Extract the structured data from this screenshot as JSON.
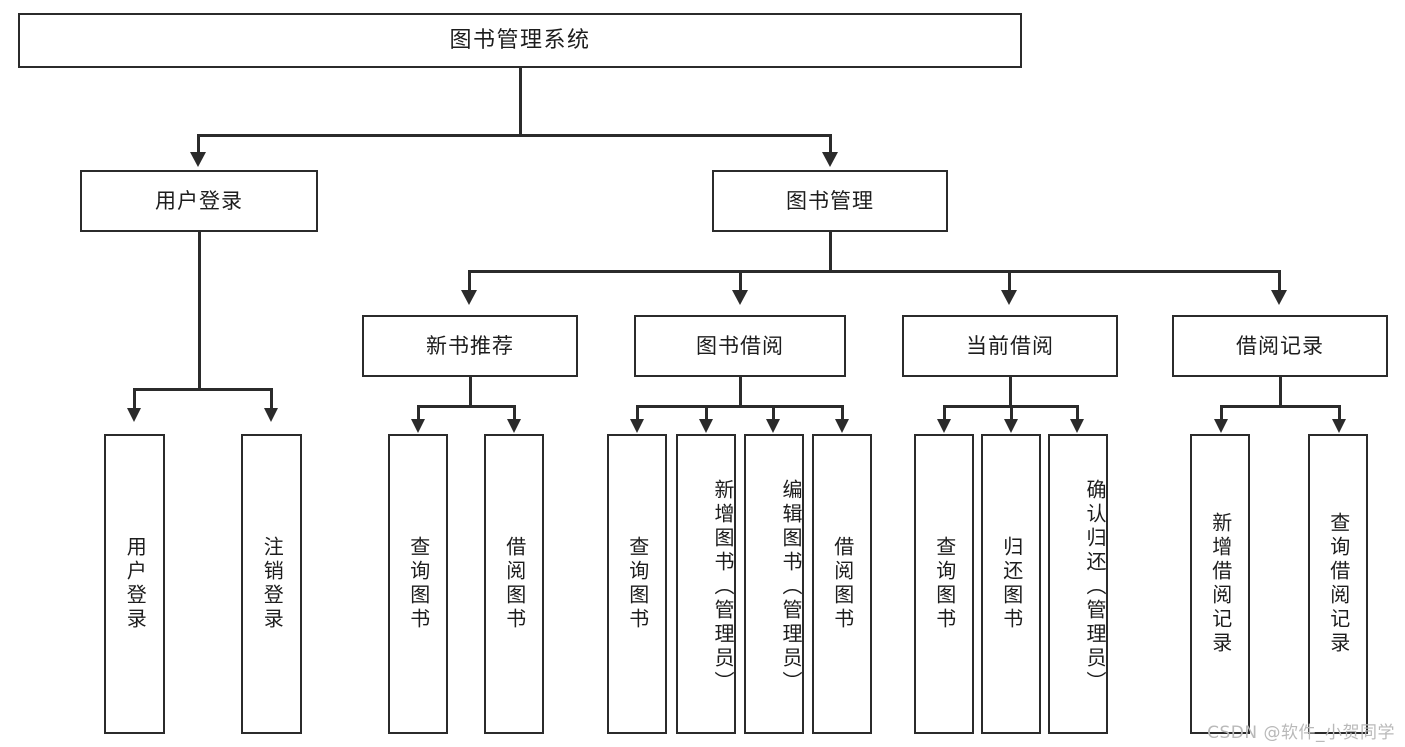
{
  "diagram": {
    "title": "图书管理系统",
    "type": "tree",
    "root": {
      "label": "图书管理系统"
    },
    "level2": [
      {
        "label": "用户登录"
      },
      {
        "label": "图书管理"
      }
    ],
    "level3": [
      {
        "label": "新书推荐"
      },
      {
        "label": "图书借阅"
      },
      {
        "label": "当前借阅"
      },
      {
        "label": "借阅记录"
      }
    ],
    "leaves": {
      "user_login": [
        {
          "label": "用户登录"
        },
        {
          "label": "注销登录"
        }
      ],
      "new_book_recommend": [
        {
          "label": "查询图书"
        },
        {
          "label": "借阅图书"
        }
      ],
      "book_borrow": [
        {
          "label": "查询图书"
        },
        {
          "label": "新增图书（管理员）"
        },
        {
          "label": "编辑图书（管理员）"
        },
        {
          "label": "借阅图书"
        }
      ],
      "current_borrow": [
        {
          "label": "查询图书"
        },
        {
          "label": "归还图书"
        },
        {
          "label": "确认归还（管理员）"
        }
      ],
      "borrow_record": [
        {
          "label": "新增借阅记录"
        },
        {
          "label": "查询借阅记录"
        }
      ]
    }
  },
  "watermark": {
    "text": "CSDN @软件_小贺同学"
  },
  "colors": {
    "stroke": "#2b2b2b",
    "text": "#1d1d1d",
    "background": "#ffffff",
    "watermark": "#b9b9b9"
  }
}
